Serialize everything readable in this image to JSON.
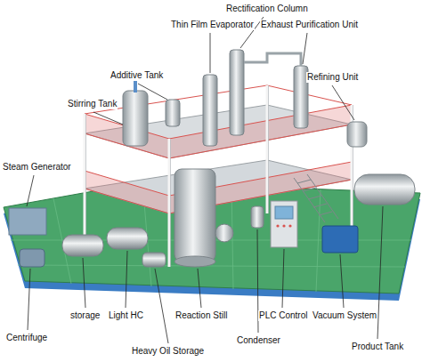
{
  "diagram": {
    "labels": [
      "Rectification Column",
      "Thin Film Evaporator",
      "Exhaust Purification Unit",
      "Additive Tank",
      "Refining Unit",
      "Stirring Tank",
      "Steam Generator",
      "Centrifuge",
      "storage",
      "Light HC",
      "Heavy Oil Storage",
      "Reaction Still",
      "Condenser",
      "PLC Control",
      "Vacuum System",
      "Product Tank"
    ]
  }
}
